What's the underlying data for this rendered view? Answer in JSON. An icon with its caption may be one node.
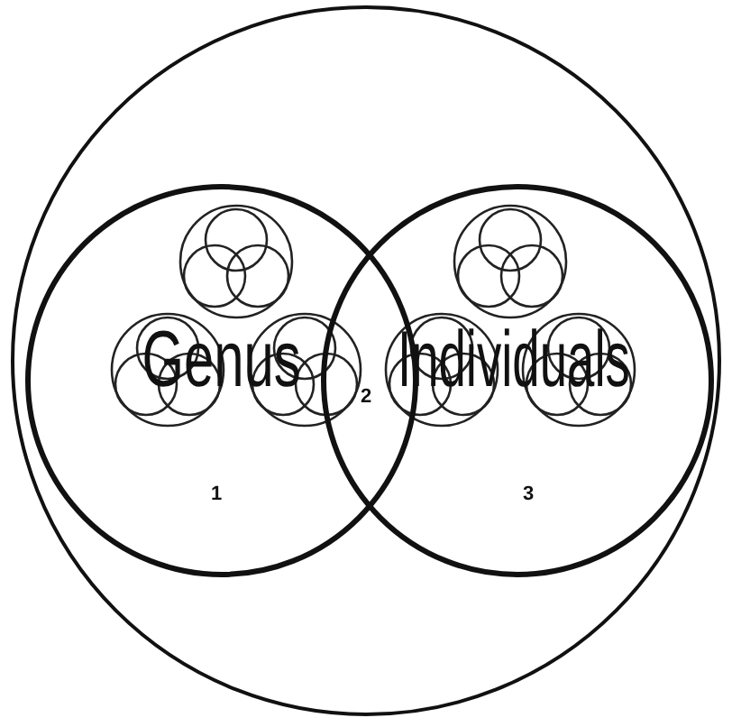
{
  "diagram": {
    "nodes": [
      {
        "text": [],
        "shape": "circle"
      },
      {
        "text": [
          "Genus"
        ],
        "in": 0
      },
      {
        "text": [
          "Individuals"
        ],
        "in": 0
      }
    ],
    "edges": [],
    "labels": [
      "2",
      "1",
      "3"
    ]
  }
}
